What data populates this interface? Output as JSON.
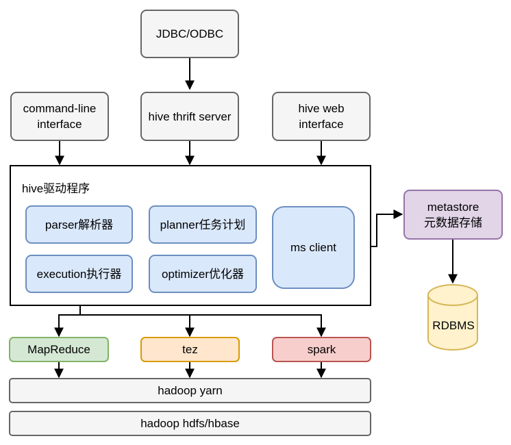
{
  "nodes": {
    "jdbc": "JDBC/ODBC",
    "cli": "command-line\ninterface",
    "thrift": "hive thrift server",
    "web": "hive web\ninterface",
    "driver_label": "hive驱动程序",
    "parser": "parser解析器",
    "planner": "planner任务计划",
    "execution": "execution执行器",
    "optimizer": "optimizer优化器",
    "ms_client": "ms client",
    "metastore": "metastore\n元数据存储",
    "rdbms": "RDBMS",
    "mapreduce": "MapReduce",
    "tez": "tez",
    "spark": "spark",
    "yarn": "hadoop yarn",
    "hdfs": "hadoop hdfs/hbase"
  },
  "colors": {
    "grey_fill": "#f5f5f5",
    "grey_stroke": "#666666",
    "blue_fill": "#dae8fc",
    "blue_stroke": "#6c8ebf",
    "green_fill": "#d5e8d4",
    "green_stroke": "#82b366",
    "orange_fill": "#ffe6cc",
    "orange_stroke": "#d79b00",
    "red_fill": "#f8cecc",
    "red_stroke": "#b85450",
    "purple_fill": "#e1d5e7",
    "purple_stroke": "#9673a6",
    "cylinder_fill": "#fff2cc",
    "cylinder_stroke": "#d6b656"
  }
}
